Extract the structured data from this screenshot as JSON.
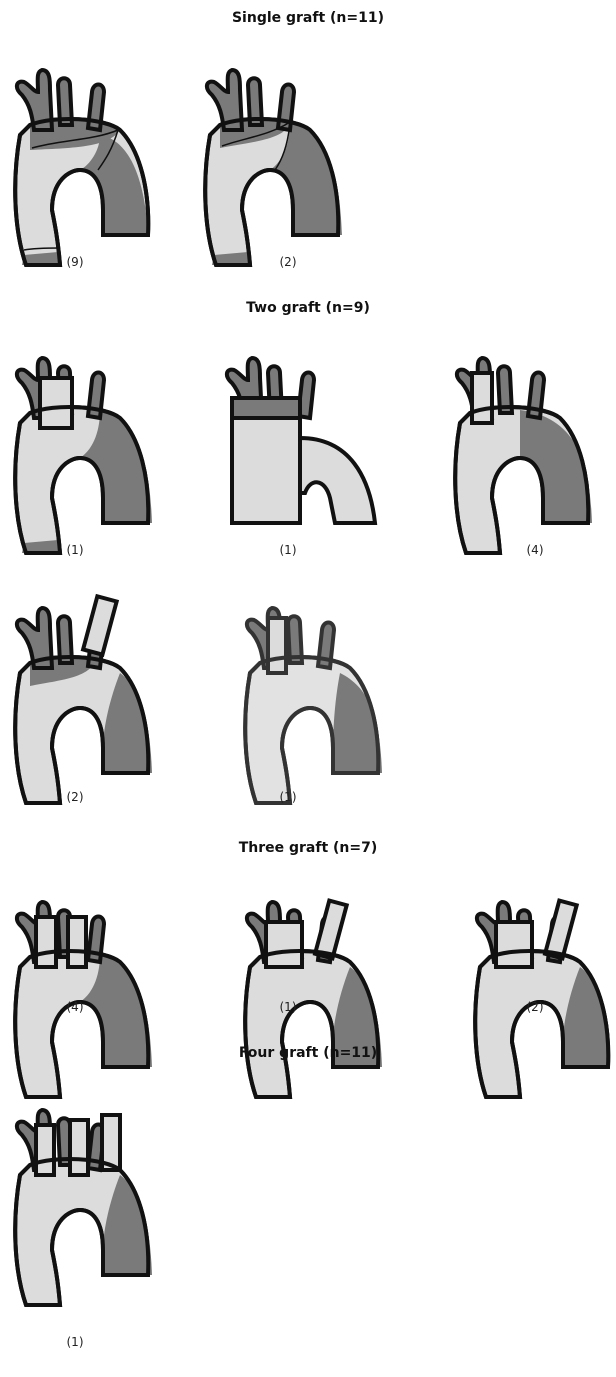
{
  "sections": [
    {
      "title": "Single graft (n=11)",
      "counts": [
        "(9)",
        "(2)"
      ]
    },
    {
      "title": "Two graft (n=9)",
      "counts": [
        "(1)",
        "(1)",
        "(4)",
        "(2)",
        "(1)"
      ]
    },
    {
      "title": "Three graft (n=7)",
      "counts": [
        "(4)",
        "(1)",
        "(2)"
      ]
    },
    {
      "title": "Four graft (n=11)",
      "counts": [
        "(1)"
      ]
    }
  ],
  "colors": {
    "native": "#7a7a7a",
    "graft": "#dcdcdc",
    "outline": "#111111"
  }
}
